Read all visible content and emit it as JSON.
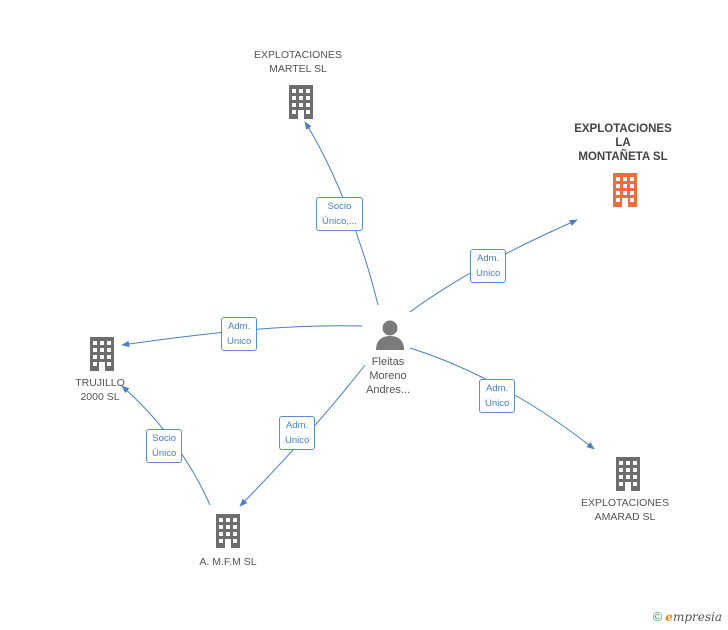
{
  "colors": {
    "edge": "#4a7fc4",
    "building": "#6d6d6d",
    "building_highlight": "#f26c3c",
    "person": "#7a7a7a"
  },
  "center": {
    "name_lines": [
      "Fleitas",
      "Moreno",
      "Andres..."
    ],
    "icon": "person-icon"
  },
  "companies": [
    {
      "id": "martel",
      "lines": [
        "EXPLOTACIONES",
        "MARTEL SL"
      ],
      "highlight": false,
      "icon": "building-icon"
    },
    {
      "id": "montanaeta",
      "lines": [
        "EXPLOTACIONES",
        "LA",
        "MONTAÑETA SL"
      ],
      "highlight": true,
      "icon": "building-icon"
    },
    {
      "id": "trujillo",
      "lines": [
        "TRUJILLO",
        "2000 SL"
      ],
      "highlight": false,
      "icon": "building-icon"
    },
    {
      "id": "amarad",
      "lines": [
        "EXPLOTACIONES",
        "AMARAD SL"
      ],
      "highlight": false,
      "icon": "building-icon"
    },
    {
      "id": "amfm",
      "lines": [
        "A. M.F.M SL"
      ],
      "highlight": false,
      "icon": "building-icon"
    }
  ],
  "relations": [
    {
      "id": "to-martel",
      "lines": [
        "Socio",
        "Único,..."
      ]
    },
    {
      "id": "to-montanaeta",
      "lines": [
        "Adm.",
        "Unico"
      ]
    },
    {
      "id": "to-trujillo",
      "lines": [
        "Adm.",
        "Unico"
      ]
    },
    {
      "id": "to-amarad",
      "lines": [
        "Adm.",
        "Unico"
      ]
    },
    {
      "id": "to-amfm",
      "lines": [
        "Adm.",
        "Unico"
      ]
    },
    {
      "id": "amfm-to-trujillo",
      "lines": [
        "Socio",
        "Único"
      ]
    }
  ],
  "footer": {
    "copyright": "©",
    "brand_initial": "e",
    "brand_rest": "mpresia"
  }
}
